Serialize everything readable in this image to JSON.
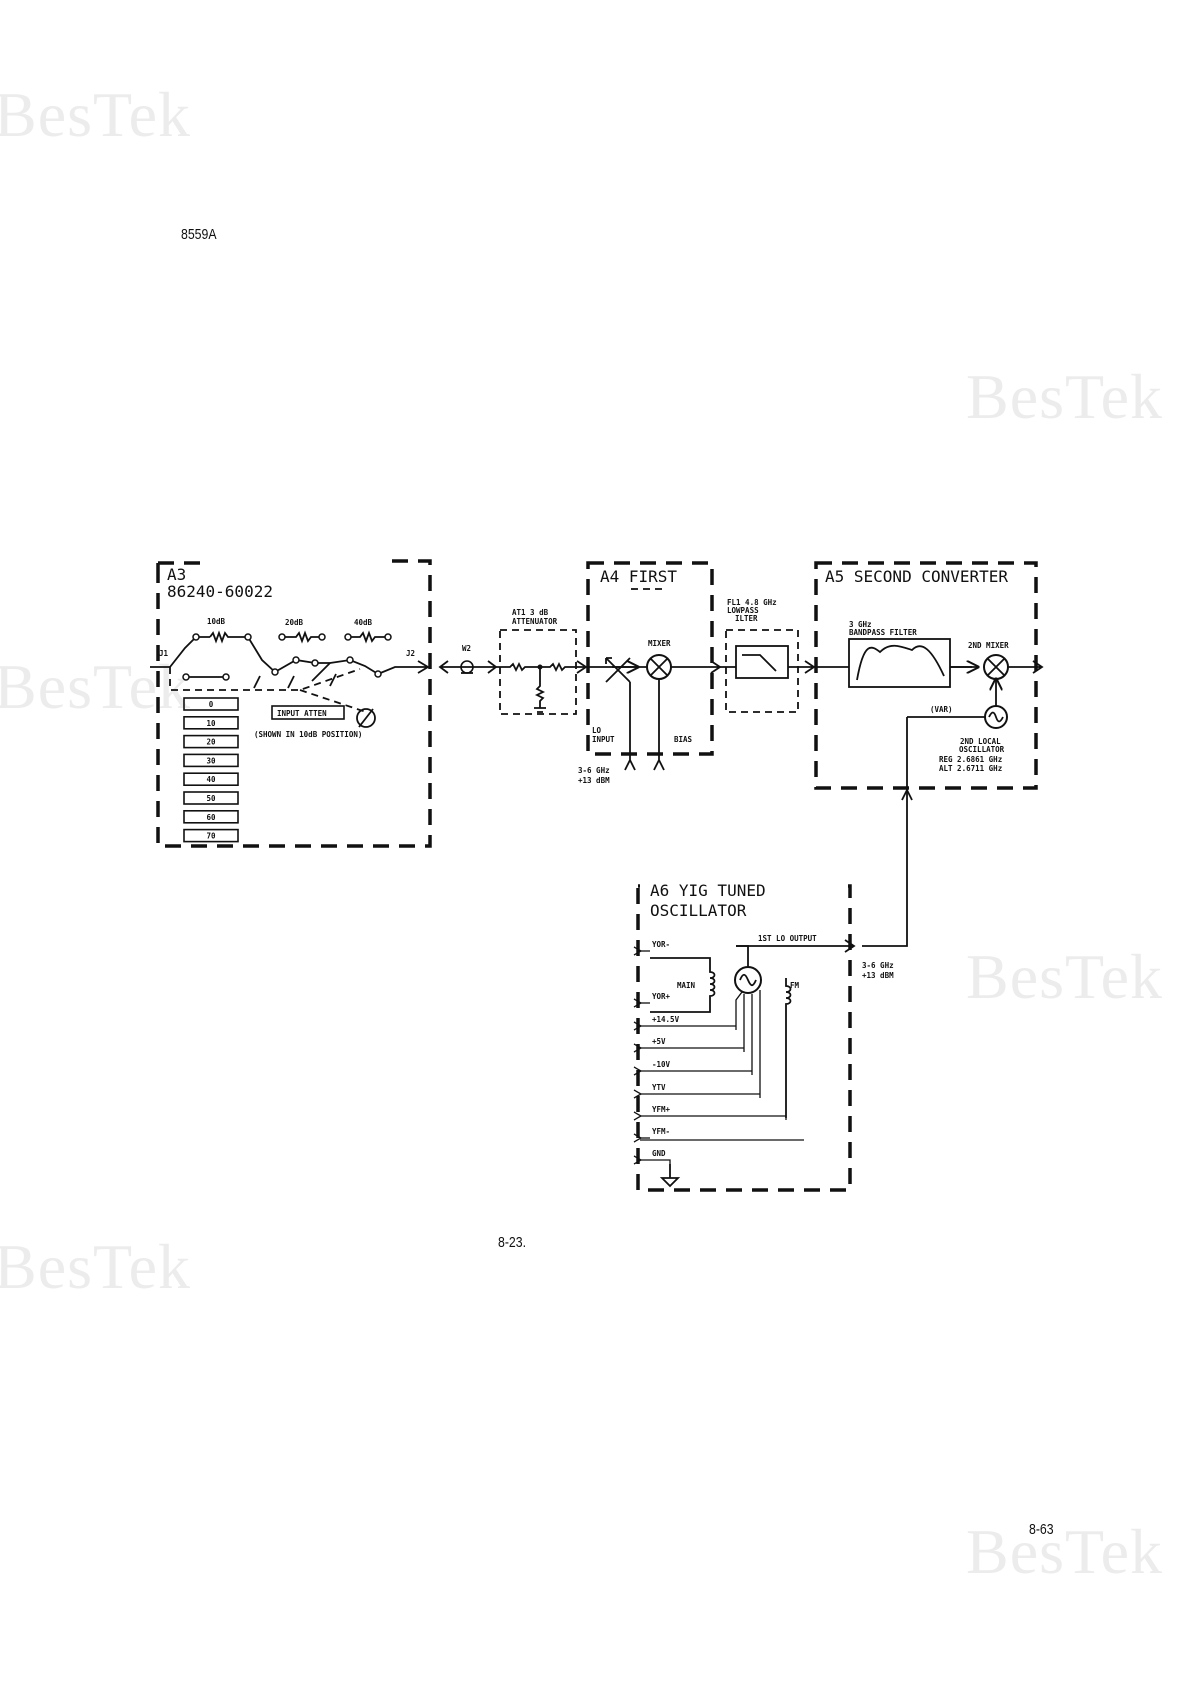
{
  "page": {
    "model": "8559A",
    "figure": "8-23.",
    "page_number": "8-63",
    "watermark": "BesTek"
  },
  "a3": {
    "title": "A3",
    "part": "86240-60022",
    "j1": "J1",
    "j2": "J2",
    "pad_10": "10dB",
    "pad_20": "20dB",
    "pad_40": "40dB",
    "atten_label": "INPUT ATTEN",
    "atten_note": "(SHOWN IN 10dB POSITION)",
    "steps": [
      "0",
      "10",
      "20",
      "30",
      "40",
      "50",
      "60",
      "70"
    ]
  },
  "w2": "W2",
  "at1": {
    "line1": "AT1 3 dB",
    "line2": "ATTENUATOR"
  },
  "a4": {
    "title": "A4 FIRST",
    "mixer": "MIXER",
    "lo_input_1": "LO",
    "lo_input_2": "INPUT",
    "bias": "BIAS",
    "freq": "3-6 GHz",
    "level": "+13 dBM"
  },
  "fl1": {
    "line1": "FL1  4.8 GHz",
    "line2": "LOWPASS",
    "line3": "ILTER"
  },
  "a5": {
    "title": "A5 SECOND CONVERTER",
    "bpf_1": "3 GHz",
    "bpf_2": "BANDPASS FILTER",
    "mixer2": "2ND MIXER",
    "var": "(VAR)",
    "lo2_1": "2ND LOCAL",
    "lo2_2": "OSCILLATOR",
    "reg": "REG 2.6861 GHz",
    "alt": "ALT 2.6711 GHz"
  },
  "a6": {
    "title_cut": "A6 YIG TUNED",
    "title": "OSCILLATOR",
    "lo_out": "1ST LO OUTPUT",
    "freq": "3-6 GHz",
    "level": "+13 dBM",
    "main": "MAIN",
    "fm": "FM",
    "pins": [
      "YOR-",
      "YOR+",
      "+14.5V",
      "+5V",
      "-10V",
      "YTV",
      "YFM+",
      "YFM-",
      "GND"
    ]
  }
}
